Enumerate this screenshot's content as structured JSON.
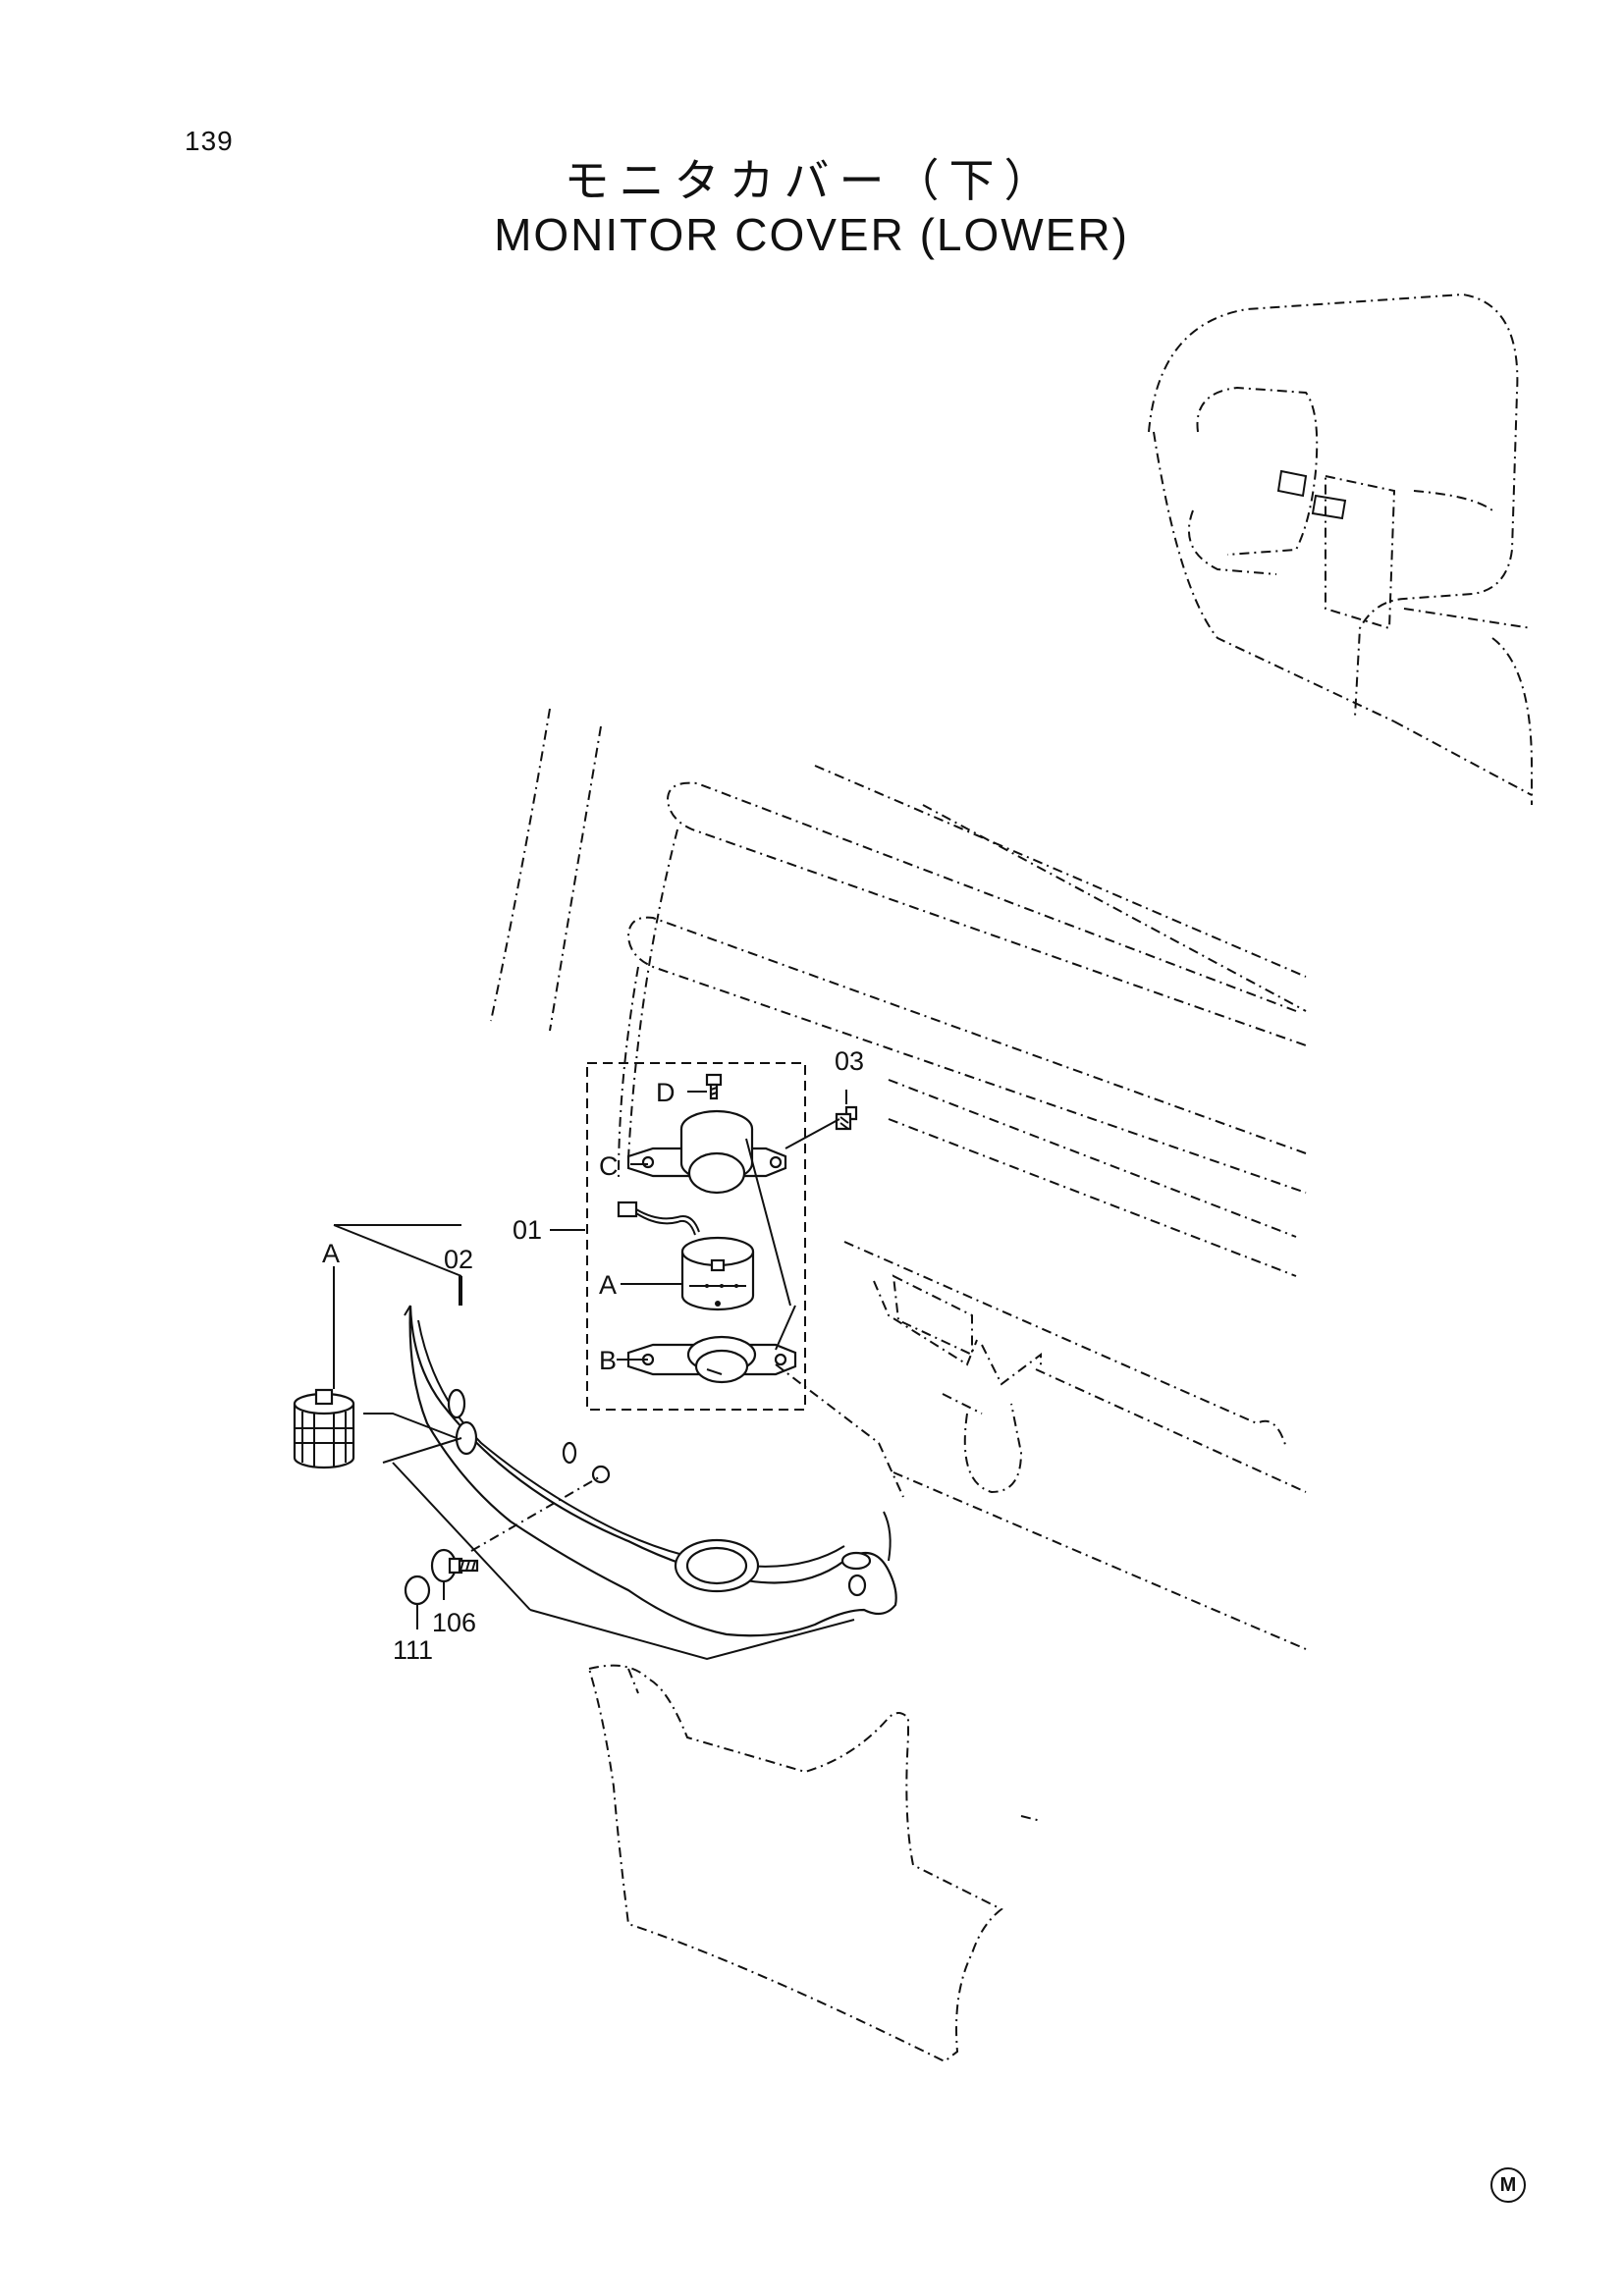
{
  "page": {
    "number": "139"
  },
  "title": {
    "jp": "モニタカバー（下）",
    "en": "MONITOR COVER (LOWER)"
  },
  "callouts": [
    {
      "id": "c-03",
      "text": "03"
    },
    {
      "id": "c-D",
      "text": "D"
    },
    {
      "id": "c-C",
      "text": "C"
    },
    {
      "id": "c-01",
      "text": "01"
    },
    {
      "id": "c-A-item",
      "text": "A"
    },
    {
      "id": "c-B",
      "text": "B"
    },
    {
      "id": "c-A-ref",
      "text": "A"
    },
    {
      "id": "c-02",
      "text": "02"
    },
    {
      "id": "c-106",
      "text": "106"
    },
    {
      "id": "c-111",
      "text": "111"
    }
  ],
  "mark": {
    "text": "M"
  }
}
